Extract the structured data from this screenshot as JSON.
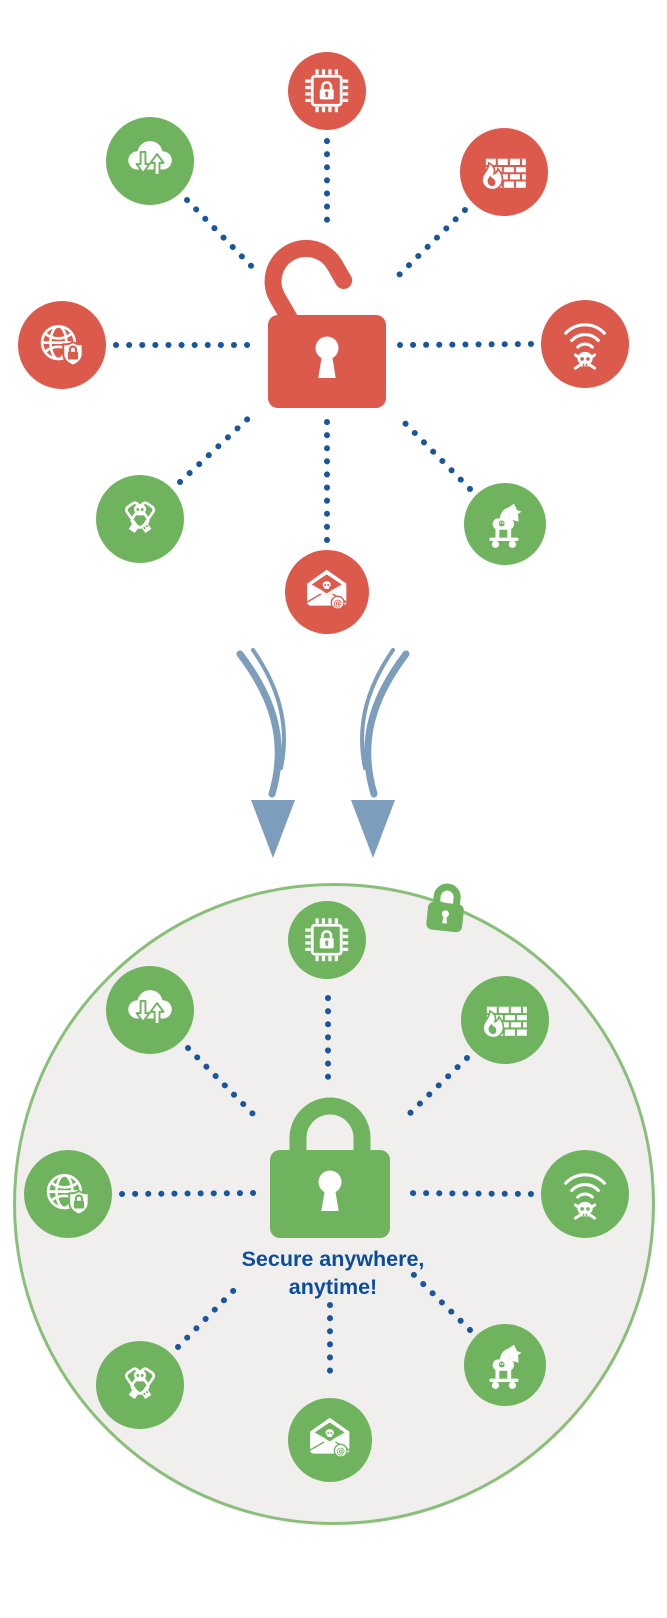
{
  "meta": {
    "description": "Security infographic: threat icons around an open red padlock transition (two arrows) into an all-green protected circle around a closed padlock"
  },
  "colors": {
    "threat_red": "#dc5a4c",
    "safe_green": "#6fb35f",
    "connector_dot_blue": "#1a569d",
    "transition_arrow_blue": "#7c9dbb",
    "caption_blue": "#0c4c9c",
    "secure_zone_fill": "#f0efee",
    "secure_zone_border": "#8abf7a",
    "icon_white": "#ffffff"
  },
  "icons": {
    "email_at_sign": "@"
  },
  "insecure_diagram": {
    "center_icon": "open-padlock-icon",
    "center_color": "threat_red",
    "nodes": [
      {
        "icon": "chip-lock-icon",
        "color": "threat_red",
        "position": "top"
      },
      {
        "icon": "cloud-sync-icon",
        "color": "safe_green",
        "position": "top-left"
      },
      {
        "icon": "firewall-flame-icon",
        "color": "threat_red",
        "position": "top-right"
      },
      {
        "icon": "globe-shield-icon",
        "color": "threat_red",
        "position": "left"
      },
      {
        "icon": "wifi-skull-icon",
        "color": "threat_red",
        "position": "right"
      },
      {
        "icon": "usb-skull-icon",
        "color": "safe_green",
        "position": "bottom-left"
      },
      {
        "icon": "trojan-horse-icon",
        "color": "safe_green",
        "position": "bottom-right"
      },
      {
        "icon": "email-skull-icon",
        "color": "threat_red",
        "position": "bottom"
      }
    ]
  },
  "transition": {
    "icon": "double-curved-arrows-down"
  },
  "secure_diagram": {
    "center_icon": "closed-padlock-icon",
    "center_color": "safe_green",
    "badge_icon": "small-padlock-icon",
    "caption_line1": "Secure anywhere,",
    "caption_line2": "anytime!",
    "nodes": [
      {
        "icon": "chip-lock-icon",
        "color": "safe_green",
        "position": "top"
      },
      {
        "icon": "cloud-sync-icon",
        "color": "safe_green",
        "position": "top-left"
      },
      {
        "icon": "firewall-flame-icon",
        "color": "safe_green",
        "position": "top-right"
      },
      {
        "icon": "globe-shield-icon",
        "color": "safe_green",
        "position": "left"
      },
      {
        "icon": "wifi-skull-icon",
        "color": "safe_green",
        "position": "right"
      },
      {
        "icon": "usb-skull-icon",
        "color": "safe_green",
        "position": "bottom-left"
      },
      {
        "icon": "trojan-horse-icon",
        "color": "safe_green",
        "position": "bottom-right"
      },
      {
        "icon": "email-skull-icon",
        "color": "safe_green",
        "position": "bottom"
      }
    ]
  }
}
